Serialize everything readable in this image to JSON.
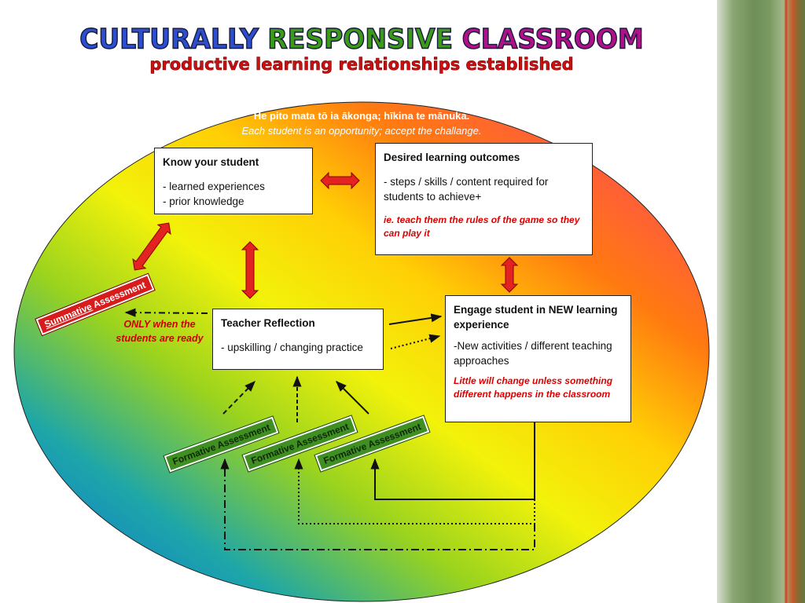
{
  "title": {
    "words": [
      "CULTURALLY",
      "RESPONSIVE",
      "CLASSROOM"
    ],
    "subtitle": "productive learning relationships established"
  },
  "proverb": {
    "maori": "He pito mata tō ia ākonga; hīkina te mānuka.",
    "english": "Each student is an opportunity; accept the challange."
  },
  "boxes": {
    "know": {
      "heading": "Know your student",
      "lines": [
        "- learned experiences",
        "- prior knowledge"
      ]
    },
    "desired": {
      "heading": "Desired learning outcomes",
      "lines": [
        "- steps / skills / content required for students to achieve+"
      ],
      "note": "ie. teach them the rules of the game so they can play it"
    },
    "teacher": {
      "heading": "Teacher Reflection",
      "lines": [
        "- upskilling / changing practice"
      ]
    },
    "engage": {
      "heading": "Engage student in NEW learning experience",
      "lines": [
        "-New activities / different teaching approaches"
      ],
      "note": "Little will change unless something different happens in the classroom"
    }
  },
  "tags": {
    "summative": {
      "underlined": "Summative",
      "rest": " Assessment"
    },
    "formative": [
      "Formative Assessment",
      "Formative Assessment",
      "Formative Assessment"
    ]
  },
  "only_note": "ONLY when the students are ready",
  "colors": {
    "arrow_red": "#e32222",
    "note_red": "#dd0000",
    "tag_green": "#3f8f22",
    "title_word_colors": [
      "#2b4fd0",
      "#3a9a1a",
      "#b0108a"
    ]
  }
}
